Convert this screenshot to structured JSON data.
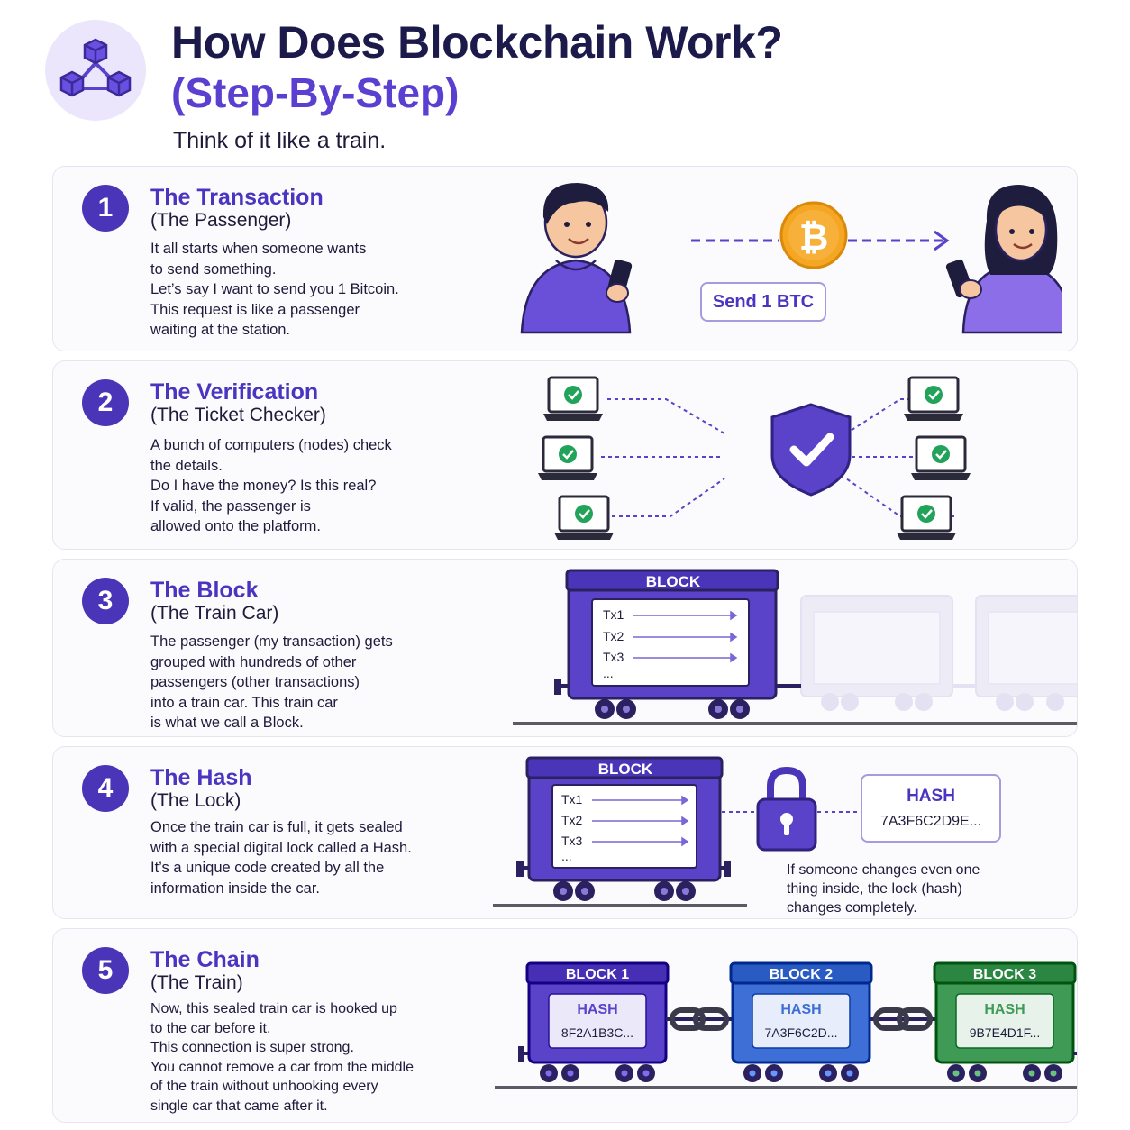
{
  "header": {
    "title": "How Does Blockchain Work?",
    "title_sub": "(Step-By-Step)",
    "tagline": "Think of it like a train."
  },
  "steps": [
    {
      "number": "1",
      "title": "The Transaction",
      "subtitle": "(The Passenger)",
      "lines": [
        "It all starts when someone wants",
        "to send something.",
        "Let’s say I want to send you 1 Bitcoin.",
        "This request is like a passenger",
        "waiting at the station."
      ],
      "send_label": "Send 1 BTC"
    },
    {
      "number": "2",
      "title": "The Verification",
      "subtitle": "(The Ticket Checker)",
      "lines": [
        "A bunch of computers (nodes) check",
        "the details.",
        "Do I have the money? Is this real?",
        "If valid, the passenger is",
        "allowed onto the platform."
      ]
    },
    {
      "number": "3",
      "title": "The Block",
      "subtitle": "(The Train Car)",
      "lines": [
        "The passenger (my transaction) gets",
        "grouped with hundreds of other",
        "passengers (other transactions)",
        "into a train car. This train car",
        "is what we call a Block."
      ],
      "block_label": "BLOCK",
      "tx": [
        "Tx1",
        "Tx2",
        "Tx3",
        "..."
      ]
    },
    {
      "number": "4",
      "title": "The Hash",
      "subtitle": "(The Lock)",
      "lines": [
        "Once the train car is full, it gets sealed",
        "with a special digital lock called a Hash.",
        "It’s a unique code created by all the",
        "information inside the car."
      ],
      "block_label": "BLOCK",
      "tx": [
        "Tx1",
        "Tx2",
        "Tx3",
        "..."
      ],
      "hash_label": "HASH",
      "hash_value": "7A3F6C2D9E...",
      "note": [
        "If someone changes even one",
        "thing inside, the lock (hash)",
        "changes completely."
      ]
    },
    {
      "number": "5",
      "title": "The Chain",
      "subtitle": "(The Train)",
      "lines": [
        "Now, this sealed train car is hooked up",
        "to the car before it.",
        "This connection is super strong.",
        "You cannot remove a car from the middle",
        "of the train without unhooking every",
        "single car that came after it."
      ],
      "blocks": [
        {
          "label": "BLOCK 1",
          "hash_label": "HASH",
          "hash": "8F2A1B3C...",
          "color": "#5a43c9"
        },
        {
          "label": "BLOCK 2",
          "hash_label": "HASH",
          "hash": "7A3F6C2D...",
          "color": "#3d6fd6"
        },
        {
          "label": "BLOCK 3",
          "hash_label": "HASH",
          "hash": "9B7E4D1F...",
          "color": "#3f9a55"
        }
      ]
    }
  ],
  "colors": {
    "primary": "#4a35b8",
    "accent": "#5b3fd0",
    "bitcoin": "#f5a623",
    "check": "#22a35a"
  },
  "icons": [
    "blocks-logo-icon",
    "bitcoin-icon",
    "shield-check-icon",
    "laptop-check-icon",
    "padlock-icon",
    "chain-link-icon"
  ]
}
